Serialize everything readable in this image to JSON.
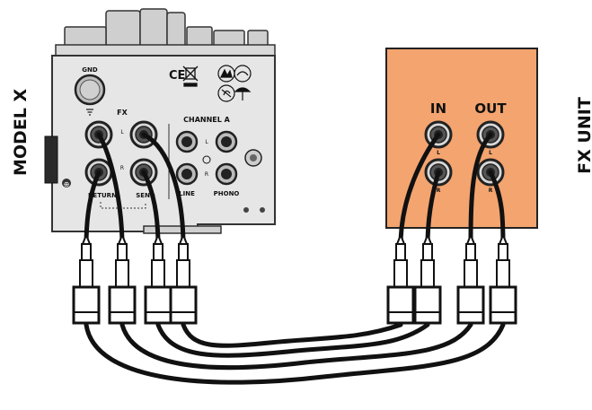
{
  "labels": {
    "mixer_name": "MODEL X",
    "fx_unit_name": "FX UNIT"
  },
  "mixer": {
    "gnd": "GND",
    "fx": "FX",
    "channel_a": "CHANNEL A",
    "return": "RETURN",
    "send": "SEND",
    "line": "LINE",
    "phono": "PHONO",
    "left": "L",
    "right": "R",
    "ce": "CE"
  },
  "fx_unit": {
    "in": "IN",
    "out": "OUT",
    "left": "L",
    "right": "R"
  },
  "colors": {
    "fx_unit_fill": "#f4a46f",
    "mixer_panel": "#e6e6e6",
    "cable": "#111111"
  }
}
